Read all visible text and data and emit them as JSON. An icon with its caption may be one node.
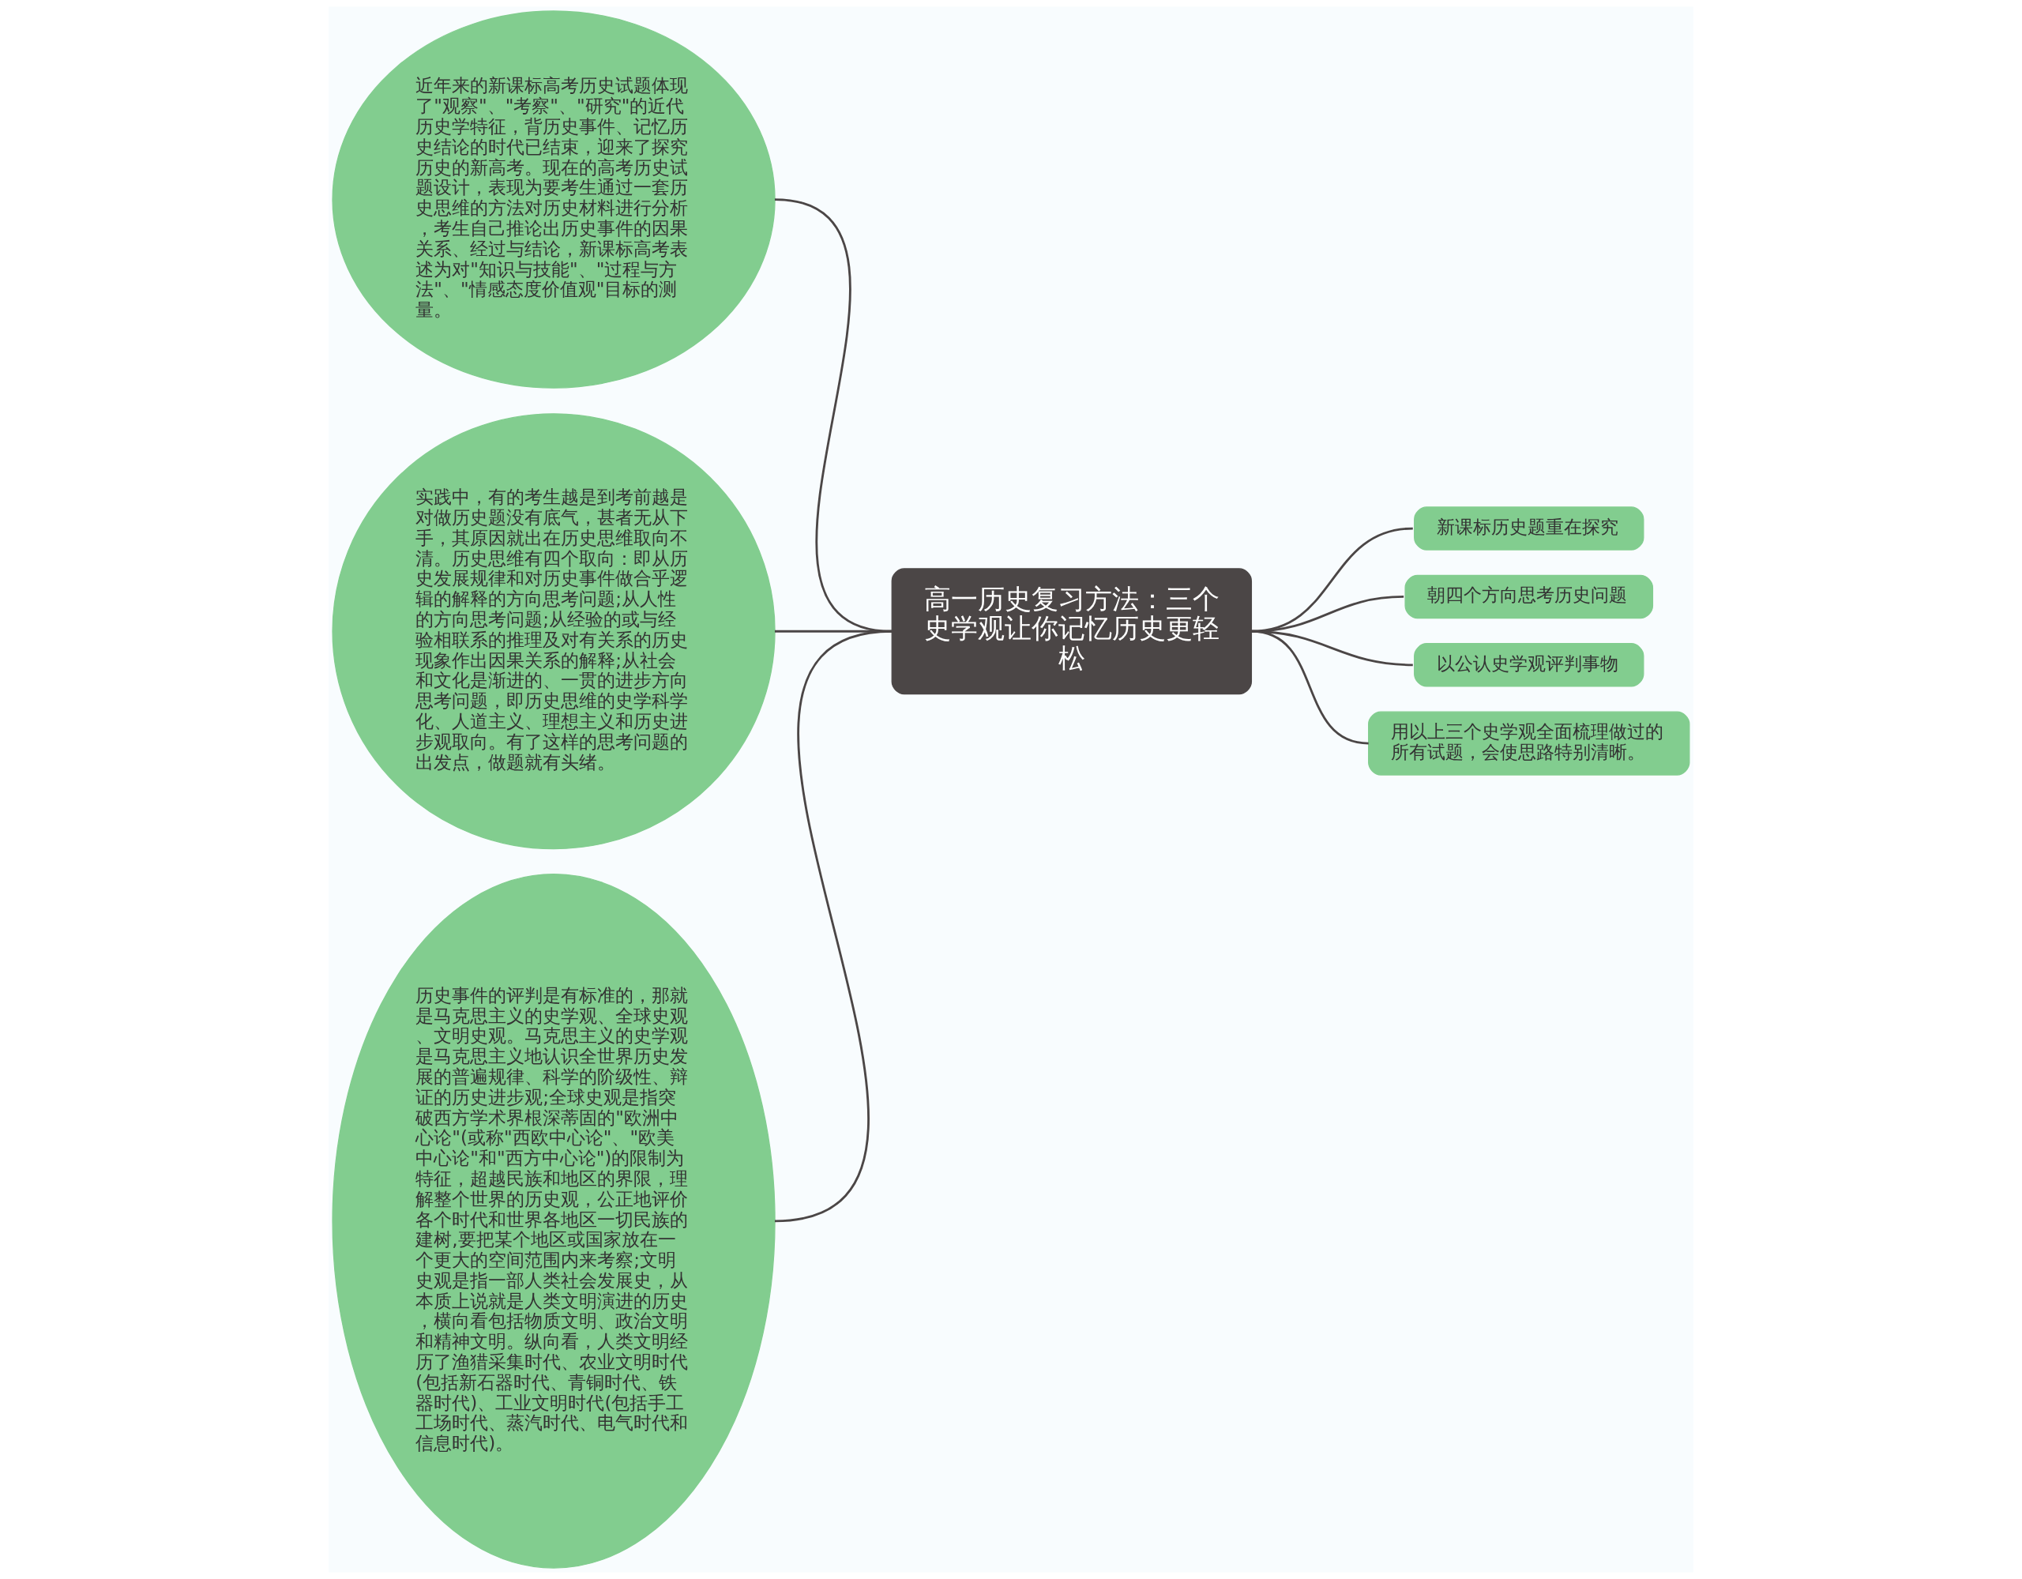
{
  "diagram": {
    "nodes": [
      {
        "text": [
          "高一历史复习方法：三个史学观让你记忆历史更轻松"
        ]
      },
      {
        "text": [
          "近年来的新课标高考历史试题体现了\"观察\"、\"考察\"、\"研究\"的近代历史学特征，背历史事件、记忆历史结论的时代已结束，迎来了探究历史的新高考。现在的高考历史试题设计，表现为要考生通过一套历史思维的方法对历史材料进行分析，考生自己推论出历史事件的因果关系、经过与结论，新课标高考表述为对\"知识与技能\"、\"过程与方法\"、\"情感态度价值观\"目标的测量。"
        ]
      },
      {
        "text": [
          "实践中，有的考生越是到考前越是对做历史题没有底气，甚者无从下手，其原因就出在历史思维取向不清。历史思维有四个取向：即从历史发展规律和对历史事件做合乎逻辑的解释的方向思考问题;从人性的方向思考问题;从经验的或与经验相联系的推理及对有关系的历史现象作出因果关系的解释;从社会和文化是渐进的、一贯的进步方向思考问题，即历史思维的史学科学化、人道主义、理想主义和历史进步观取向。有了这样的思考问题的出发点，做题就有头绪。"
        ]
      },
      {
        "text": [
          "历史事件的评判是有标准的，那就是马克思主义的史学观、全球史观、文明史观。马克思主义的史学观是马克思主义地认识全世界历史发展的普遍规律、科学的阶级性、辩证的历史进步观;全球史观是指突破西方学术界根深蒂固的\"欧洲中心论\"(或称\"西欧中心论\"、\"欧美中心论\"和\"西方中心论\")的限制为特征，超越民族和地区的界限，理解整个世界的历史观，公正地评价各个时代和世界各地区一切民族的建树,要把某个地区或国家放在一个更大的空间范围内来考察;文明史观是指一部人类社会发展史，从本质上说就是人类文明演进的历史，横向看包括物质文明、政治文明和精神文明。纵向看，人类文明经历了渔猎采集时代、农业文明时代(包括新石器时代、青铜时代、铁器时代)、工业文明时代(包括手工工场时代、蒸汽时代、电气时代和信息时代)。"
        ]
      },
      {
        "text": [
          "新课标历史题重在探究"
        ]
      },
      {
        "text": [
          "朝四个方向思考历史问题"
        ]
      },
      {
        "text": [
          "以公认史学观评判事物"
        ]
      },
      {
        "text": [
          "用以上三个史学观全面梳理做过的所有试题，会使思路特别清晰。"
        ]
      }
    ],
    "edges": [
      {
        "from": 0,
        "to": 1,
        "arrow": "none"
      },
      {
        "from": 0,
        "to": 2,
        "arrow": "none"
      },
      {
        "from": 0,
        "to": 3,
        "arrow": "none"
      },
      {
        "from": 0,
        "to": 4,
        "arrow": "none"
      },
      {
        "from": 0,
        "to": 5,
        "arrow": "none"
      },
      {
        "from": 0,
        "to": 6,
        "arrow": "none"
      },
      {
        "from": 0,
        "to": 7,
        "arrow": "none"
      }
    ]
  }
}
